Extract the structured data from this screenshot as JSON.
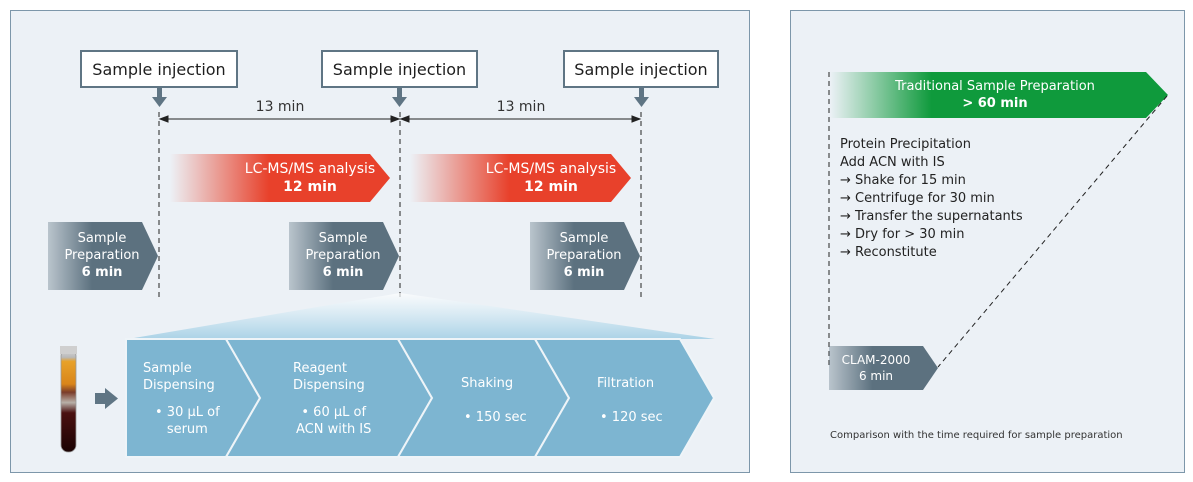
{
  "injection_label": "Sample injection",
  "interval": "13 min",
  "lcms": {
    "title": "LC-MS/MS analysis",
    "time": "12 min"
  },
  "prep": {
    "line1": "Sample",
    "line2": "Preparation",
    "time": "6 min"
  },
  "steps": [
    {
      "title1": "Sample",
      "title2": "Dispensing",
      "detail1": "• 30 µL of",
      "detail2": "serum"
    },
    {
      "title1": "Reagent",
      "title2": "Dispensing",
      "detail1": "• 60 µL of",
      "detail2": "ACN with IS"
    },
    {
      "title1": "Shaking",
      "title2": "",
      "detail1": "• 150 sec",
      "detail2": ""
    },
    {
      "title1": "Filtration",
      "title2": "",
      "detail1": "• 120 sec",
      "detail2": ""
    }
  ],
  "traditional": {
    "title": "Traditional Sample Preparation",
    "time": "> 60 min"
  },
  "protocol": [
    "Protein Precipitation",
    "Add ACN with IS",
    "→ Shake for 15 min",
    "→ Centrifuge for 30 min",
    "→ Transfer the supernatants",
    "→ Dry for > 30 min",
    "→ Reconstitute"
  ],
  "clam": {
    "name": "CLAM-2000",
    "time": "6 min"
  },
  "caption": "Comparison with the time required for sample preparation",
  "colors": {
    "panel_bg": "#ecf1f6",
    "panel_border": "#7d97aa",
    "lcms_red": "#e8412b",
    "prep_gray": "#5c717f",
    "step_blue": "#7db5d1",
    "traditional_green": "#0f9a3c"
  }
}
